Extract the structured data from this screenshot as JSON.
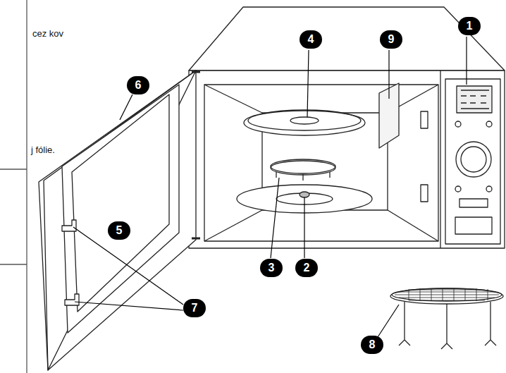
{
  "diagram": {
    "labels": [
      "cez kov",
      "j fólie.",
      "1",
      "2",
      "3",
      "4",
      "5",
      "6",
      "7",
      "8",
      "9"
    ]
  }
}
